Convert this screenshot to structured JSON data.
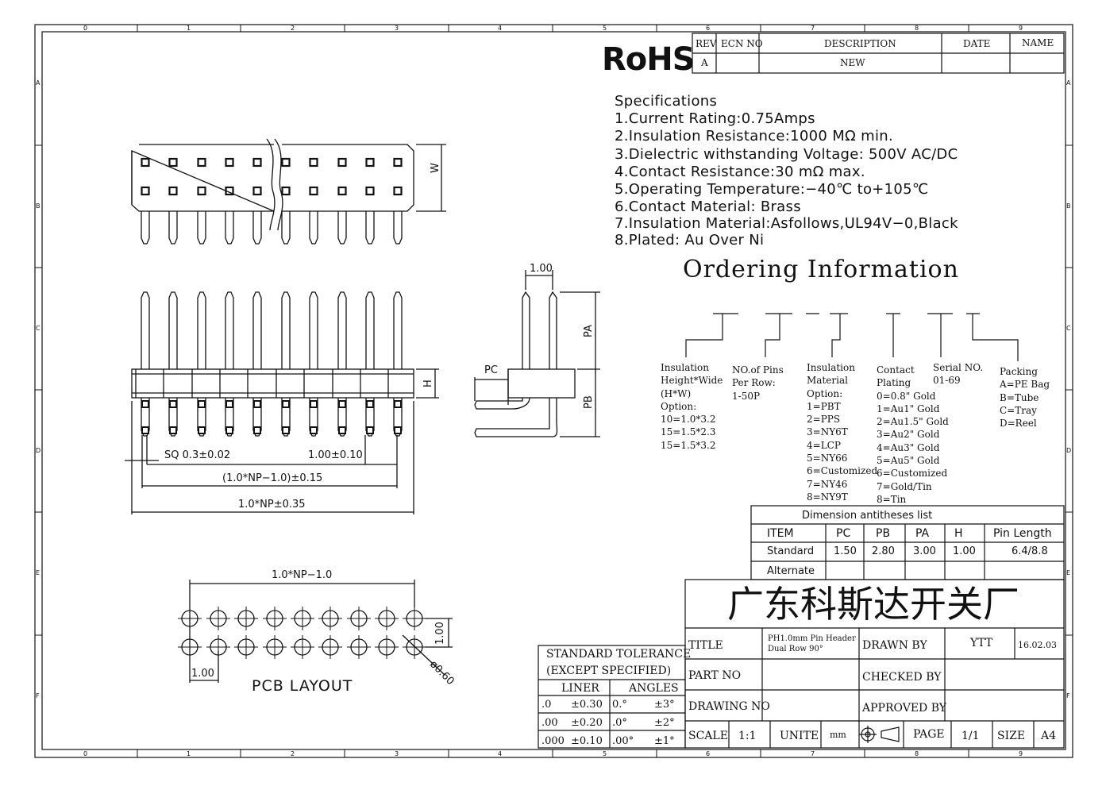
{
  "border": {
    "columns": [
      "0",
      "1",
      "2",
      "3",
      "4",
      "5",
      "6",
      "7",
      "8",
      "9"
    ],
    "rows": [
      "A",
      "B",
      "C",
      "D",
      "E",
      "F"
    ]
  },
  "rohs": "RoHS",
  "revision_table": {
    "headers": [
      "REV",
      "ECN NO",
      "DESCRIPTION",
      "DATE",
      "NAME"
    ],
    "row": [
      "A",
      "",
      "NEW",
      "",
      ""
    ]
  },
  "specifications": {
    "title": "Specifications",
    "items": [
      "1.Current Rating:0.75Amps",
      "2.Insulation Resistance:1000 MΩ min.",
      "3.Dielectric withstanding Voltage: 500V AC/DC",
      "4.Contact Resistance:30 mΩ max.",
      "5.Operating Temperature:−40℃ to+105℃",
      "6.Contact Material: Brass",
      "7.Insulation Material:Asfollows,UL94V−0,Black",
      "8.Plated: Au Over Ni"
    ]
  },
  "ordering": {
    "title": "Ordering Information",
    "groups": [
      {
        "text": "Insulation\nHeight*Wide\n(H*W)\nOption:\n10=1.0*3.2\n15=1.5*2.3\n15=1.5*3.2"
      },
      {
        "text": "NO.of Pins\nPer Row:\n1-50P"
      },
      {
        "text": "Insulation\nMaterial\nOption:\n1=PBT\n2=PPS\n3=NY6T\n4=LCP\n5=NY66\n6=Customized\n7=NY46\n8=NY9T"
      },
      {
        "text": "Contact\nPlating\n0=0.8\" Gold\n1=Au1\" Gold\n2=Au1.5\" Gold\n3=Au2\" Gold\n4=Au3\" Gold\n5=Au5\" Gold\n6=Customized\n7=Gold/Tin\n8=Tin"
      },
      {
        "text": "Serial NO.\n01-69"
      },
      {
        "text": "Packing\nA=PE Bag\nB=Tube\nC=Tray\nD=Reel"
      }
    ]
  },
  "dimension_table": {
    "title": "Dimension antitheses list",
    "headers": [
      "ITEM",
      "PC",
      "PB",
      "PA",
      "H",
      "Pin Length"
    ],
    "rows": [
      [
        "Standard",
        "1.50",
        "2.80",
        "3.00",
        "1.00",
        "6.4/8.8"
      ],
      [
        "Alternate",
        "",
        "",
        "",
        "",
        ""
      ]
    ]
  },
  "dimensions": {
    "w": "W",
    "h": "H",
    "pa": "PA",
    "pb": "PB",
    "pc": "PC",
    "pitch_side": "1.00",
    "sq": "SQ 0.3±0.02",
    "pitch": "1.00±0.10",
    "span": "(1.0*NP−1.0)±0.15",
    "total": "1.0*NP±0.35",
    "pcb_span": "1.0*NP−1.0",
    "pcb_row": "1.00",
    "pcb_pitch": "1.00",
    "hole": "ø0.60"
  },
  "pcb_layout_label": "PCB LAYOUT",
  "company": "广东科斯达开关厂",
  "tolerance": {
    "title1": "STANDARD TOLERANCE",
    "title2": "(EXCEPT  SPECIFIED)",
    "liner": "LINER",
    "angles": "ANGLES",
    "rows": [
      [
        ".0",
        "±0.30",
        "0.°",
        "±3°"
      ],
      [
        ".00",
        "±0.20",
        ".0°",
        "±2°"
      ],
      [
        ".000",
        "±0.10",
        ".00°",
        "±1°"
      ]
    ]
  },
  "title_block": {
    "title_label": "TITLE",
    "title_value_1": "PH1.0mm Pin Header",
    "title_value_2": "Dual Row 90°",
    "drawn_by_label": "DRAWN BY",
    "drawn_by": "YTT",
    "date": "16.02.03",
    "part_no_label": "PART NO",
    "checked_by_label": "CHECKED BY",
    "drawing_no_label": "DRAWING NO",
    "approved_by_label": "APPROVED BY",
    "scale_label": "SCALE",
    "scale": "1:1",
    "unite_label": "UNITE",
    "unite": "mm",
    "projection_symbol": "projection-symbol-icon",
    "page_label": "PAGE",
    "page": "1/1",
    "size_label": "SIZE",
    "size": "A4"
  }
}
